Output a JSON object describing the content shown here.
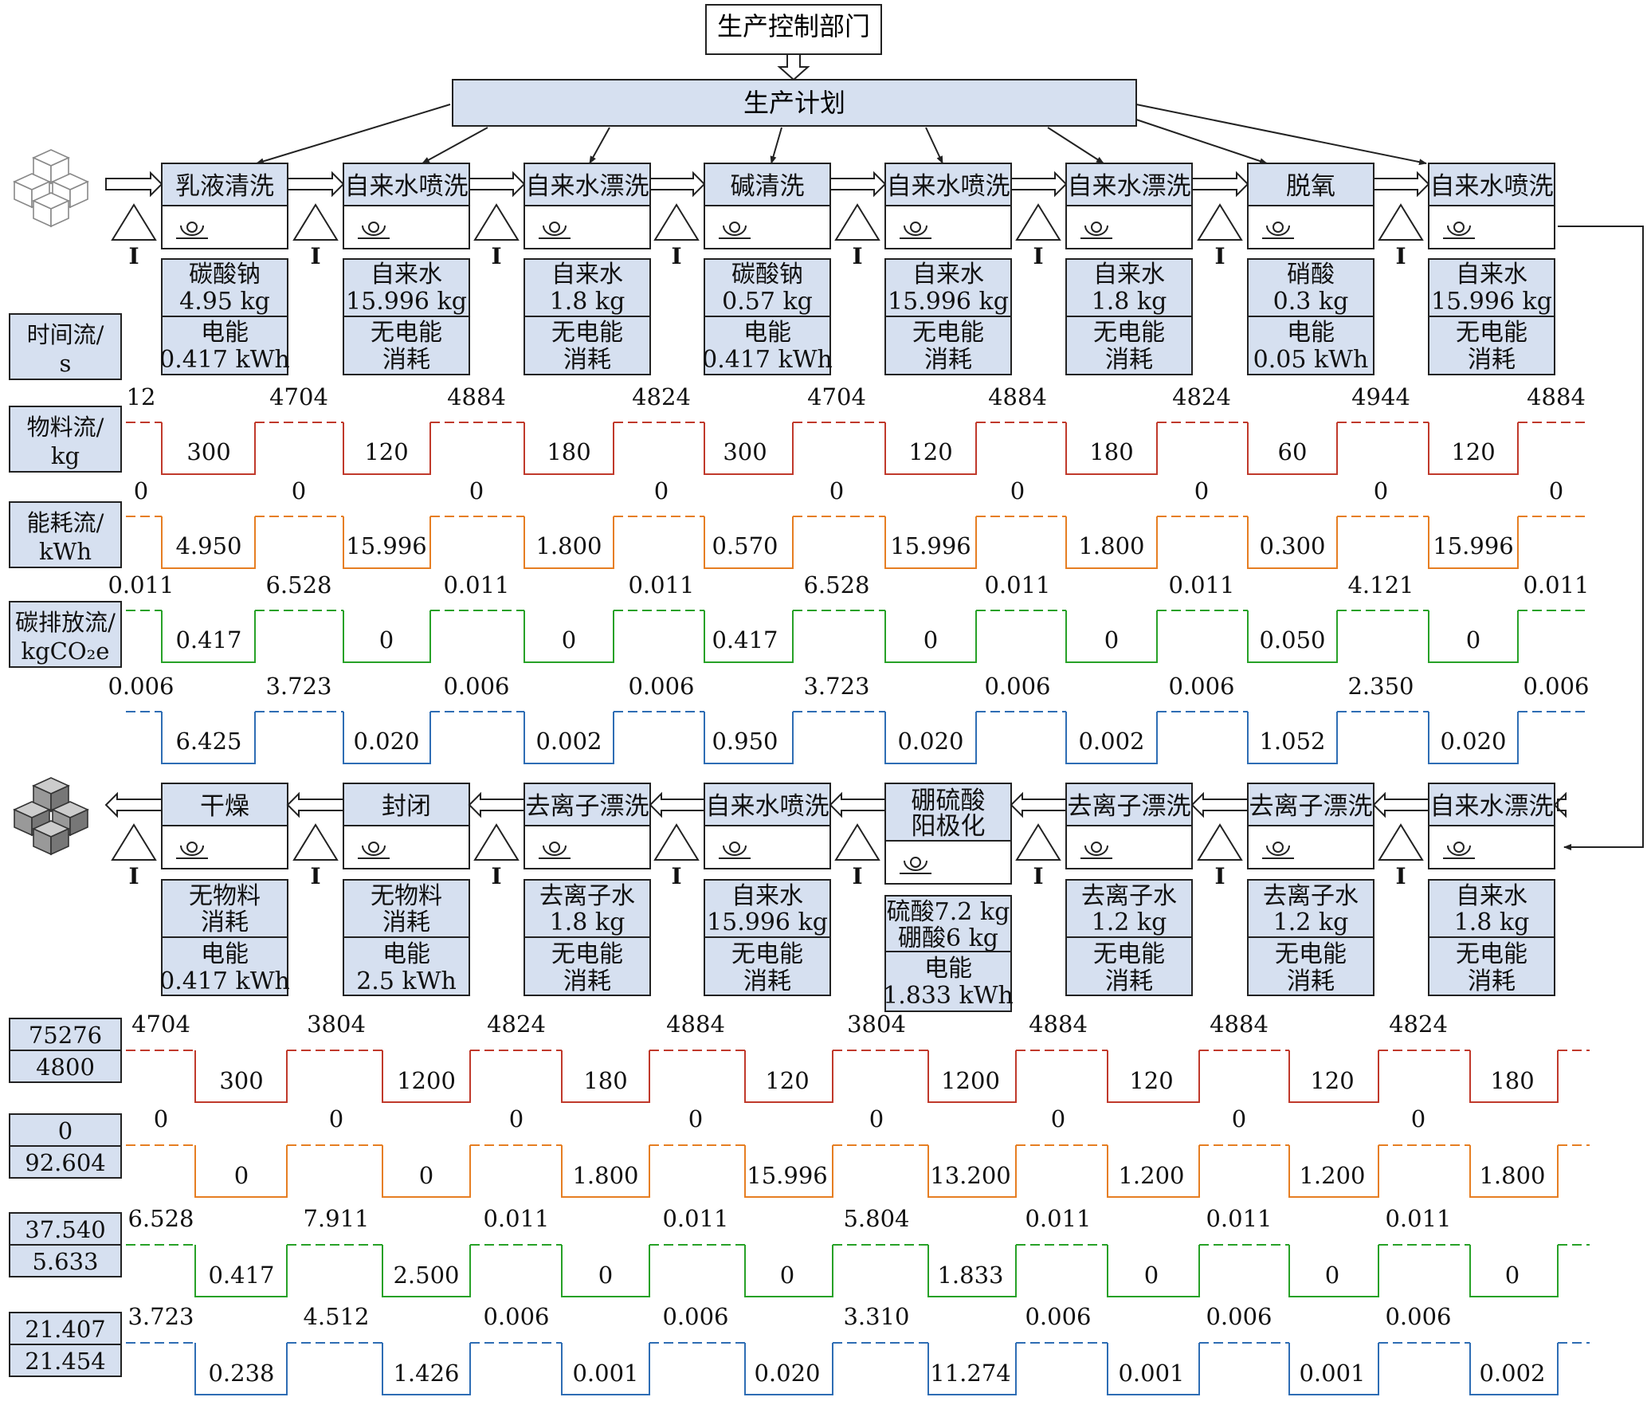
{
  "header": {
    "dept": "生产控制部门",
    "plan": "生产计划"
  },
  "processes_top": [
    {
      "name": "乳液清洗",
      "material": [
        "碳酸钠",
        "4.95 kg"
      ],
      "energy": [
        "电能",
        "0.417 kWh"
      ]
    },
    {
      "name": "自来水喷洗",
      "material": [
        "自来水",
        "15.996 kg"
      ],
      "energy": [
        "无电能",
        "消耗"
      ]
    },
    {
      "name": "自来水漂洗",
      "material": [
        "自来水",
        "1.8 kg"
      ],
      "energy": [
        "无电能",
        "消耗"
      ]
    },
    {
      "name": "碱清洗",
      "material": [
        "碳酸钠",
        "0.57 kg"
      ],
      "energy": [
        "电能",
        "0.417 kWh"
      ]
    },
    {
      "name": "自来水喷洗",
      "material": [
        "自来水",
        "15.996 kg"
      ],
      "energy": [
        "无电能",
        "消耗"
      ]
    },
    {
      "name": "自来水漂洗",
      "material": [
        "自来水",
        "1.8 kg"
      ],
      "energy": [
        "无电能",
        "消耗"
      ]
    },
    {
      "name": "脱氧",
      "material": [
        "硝酸",
        "0.3 kg"
      ],
      "energy": [
        "电能",
        "0.05 kWh"
      ]
    },
    {
      "name": "自来水喷洗",
      "material": [
        "自来水",
        "15.996 kg"
      ],
      "energy": [
        "无电能",
        "消耗"
      ]
    }
  ],
  "processes_bottom": [
    {
      "name": [
        "干燥"
      ],
      "material": [
        "无物料",
        "消耗"
      ],
      "energy": [
        "电能",
        "0.417 kWh"
      ]
    },
    {
      "name": [
        "封闭"
      ],
      "material": [
        "无物料",
        "消耗"
      ],
      "energy": [
        "电能",
        "2.5 kWh"
      ]
    },
    {
      "name": [
        "去离子漂洗"
      ],
      "material": [
        "去离子水",
        "1.8 kg"
      ],
      "energy": [
        "无电能",
        "消耗"
      ]
    },
    {
      "name": [
        "自来水喷洗"
      ],
      "material": [
        "自来水",
        "15.996 kg"
      ],
      "energy": [
        "无电能",
        "消耗"
      ]
    },
    {
      "name": [
        "硼硫酸",
        "阳极化"
      ],
      "material": [
        "硫酸7.2 kg",
        "硼酸6 kg"
      ],
      "energy": [
        "电能",
        "1.833 kWh"
      ]
    },
    {
      "name": [
        "去离子漂洗"
      ],
      "material": [
        "去离子水",
        "1.2 kg"
      ],
      "energy": [
        "无电能",
        "消耗"
      ]
    },
    {
      "name": [
        "去离子漂洗"
      ],
      "material": [
        "去离子水",
        "1.2 kg"
      ],
      "energy": [
        "无电能",
        "消耗"
      ]
    },
    {
      "name": [
        "自来水漂洗"
      ],
      "material": [
        "自来水",
        "1.8 kg"
      ],
      "energy": [
        "无电能",
        "消耗"
      ]
    }
  ],
  "inventory_marker": "I",
  "flows_top": [
    {
      "label": [
        "时间流/",
        "s"
      ],
      "color": "#c0392b",
      "high": [
        "12",
        "4704",
        "4884",
        "4824",
        "4704",
        "4884",
        "4824",
        "4944",
        "4884"
      ],
      "low": [
        "300",
        "120",
        "180",
        "300",
        "120",
        "180",
        "60",
        "120"
      ]
    },
    {
      "label": [
        "物料流/",
        "kg"
      ],
      "color": "#e67e22",
      "high": [
        "0",
        "0",
        "0",
        "0",
        "0",
        "0",
        "0",
        "0",
        "0"
      ],
      "low": [
        "4.950",
        "15.996",
        "1.800",
        "0.570",
        "15.996",
        "1.800",
        "0.300",
        "15.996"
      ]
    },
    {
      "label": [
        "能耗流/",
        "kWh"
      ],
      "color": "#27a127",
      "high": [
        "0.011",
        "6.528",
        "0.011",
        "0.011",
        "6.528",
        "0.011",
        "0.011",
        "4.121",
        "0.011"
      ],
      "low": [
        "0.417",
        "0",
        "0",
        "0.417",
        "0",
        "0",
        "0.050",
        "0"
      ]
    },
    {
      "label": [
        "碳排放流/",
        "kgCO₂e"
      ],
      "color": "#2e6db4",
      "high": [
        "0.006",
        "3.723",
        "0.006",
        "0.006",
        "3.723",
        "0.006",
        "0.006",
        "2.350",
        "0.006"
      ],
      "low": [
        "6.425",
        "0.020",
        "0.002",
        "0.950",
        "0.020",
        "0.002",
        "1.052",
        "0.020"
      ]
    }
  ],
  "flows_bottom": [
    {
      "summary": [
        "75276",
        "4800"
      ],
      "color": "#c0392b",
      "high": [
        "4704",
        "3804",
        "4824",
        "4884",
        "3804",
        "4884",
        "4884",
        "4824"
      ],
      "low": [
        "300",
        "1200",
        "180",
        "120",
        "1200",
        "120",
        "120",
        "180"
      ]
    },
    {
      "summary": [
        "0",
        "92.604"
      ],
      "color": "#e67e22",
      "high": [
        "0",
        "0",
        "0",
        "0",
        "0",
        "0",
        "0",
        "0"
      ],
      "low": [
        "0",
        "0",
        "1.800",
        "15.996",
        "13.200",
        "1.200",
        "1.200",
        "1.800"
      ]
    },
    {
      "summary": [
        "37.540",
        "5.633"
      ],
      "color": "#27a127",
      "high": [
        "6.528",
        "7.911",
        "0.011",
        "0.011",
        "5.804",
        "0.011",
        "0.011",
        "0.011"
      ],
      "low": [
        "0.417",
        "2.500",
        "0",
        "0",
        "1.833",
        "0",
        "0",
        "0"
      ]
    },
    {
      "summary": [
        "21.407",
        "21.454"
      ],
      "color": "#2e6db4",
      "high": [
        "3.723",
        "4.512",
        "0.006",
        "0.006",
        "3.310",
        "0.006",
        "0.006",
        "0.006"
      ],
      "low": [
        "0.238",
        "1.426",
        "0.001",
        "0.020",
        "11.274",
        "0.001",
        "0.001",
        "0.002"
      ]
    }
  ],
  "icons": {
    "raw_material": "cubes-outline-icon",
    "finished_goods": "cubes-gray-icon",
    "operator": "operator-icon",
    "inventory": "inventory-triangle-icon"
  },
  "colors": {
    "box_fill": "#d6e0f0",
    "box_stroke": "#222222"
  }
}
